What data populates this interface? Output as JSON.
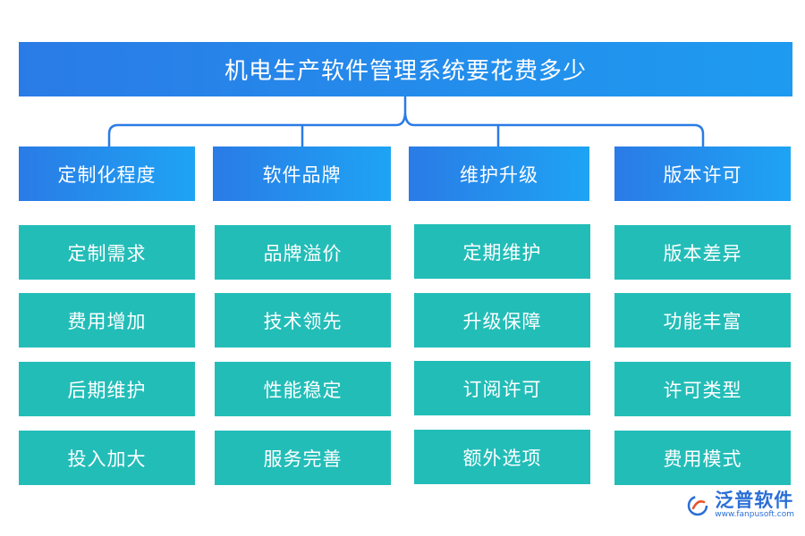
{
  "title": "机电生产软件管理系统要花费多少",
  "categories": [
    {
      "label": "定制化程度",
      "items": [
        "定制需求",
        "费用增加",
        "后期维护",
        "投入加大"
      ]
    },
    {
      "label": "软件品牌",
      "items": [
        "品牌溢价",
        "技术领先",
        "性能稳定",
        "服务完善"
      ]
    },
    {
      "label": "维护升级",
      "items": [
        "定期维护",
        "升级保障",
        "订阅许可",
        "额外选项"
      ]
    },
    {
      "label": "版本许可",
      "items": [
        "版本差异",
        "功能丰富",
        "许可类型",
        "费用模式"
      ]
    }
  ],
  "logo": {
    "name": "泛普软件",
    "url": "www.fanpusoft.com"
  },
  "colors": {
    "header_blue": "#2a7be6",
    "item_teal": "#23bdb8",
    "connector": "#2a7be6"
  }
}
